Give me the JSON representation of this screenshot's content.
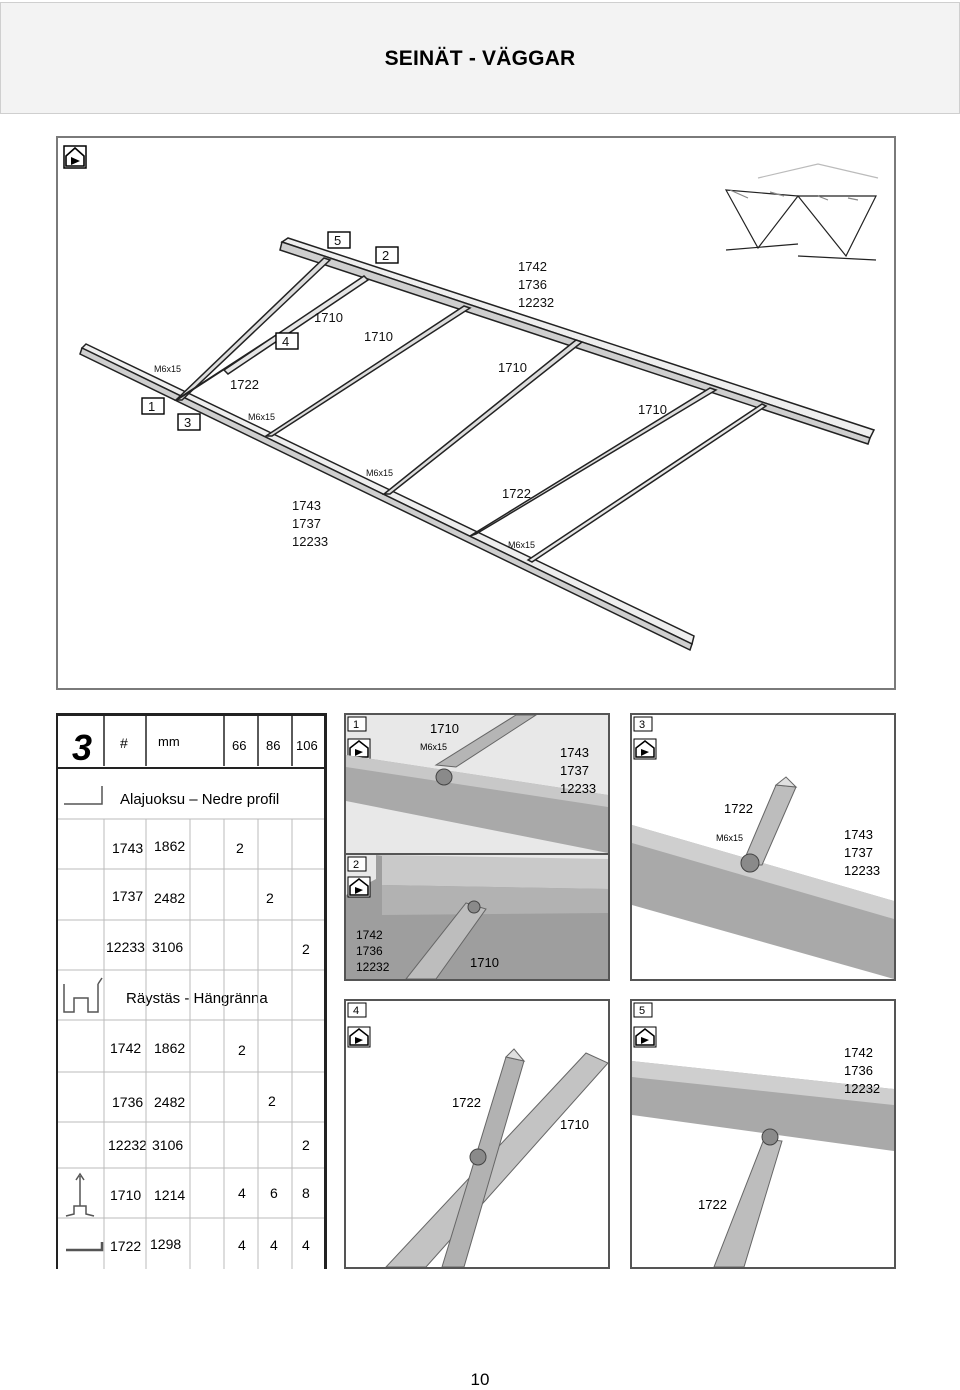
{
  "header": {
    "title": "SEINÄT - VÄGGAR"
  },
  "main_figure": {
    "step_markers": [
      "1",
      "2",
      "3",
      "4",
      "5"
    ],
    "labels": {
      "top_rail_codes": [
        "1742",
        "1736",
        "12232"
      ],
      "bottom_rail_codes": [
        "1743",
        "1737",
        "12233"
      ],
      "stud_1710_a": "1710",
      "stud_1710_b": "1710",
      "stud_1710_c": "1710",
      "stud_1710_d": "1710",
      "brace_1722_a": "1722",
      "brace_1722_b": "1722",
      "bolt_a": "M6x15",
      "bolt_b": "M6x15",
      "bolt_c": "M6x15",
      "bolt_d": "M6x15"
    }
  },
  "parts_table": {
    "step_number": "3",
    "header": {
      "hash": "#",
      "mm": "mm",
      "sizes": [
        "66",
        "86",
        "106"
      ]
    },
    "sections": [
      {
        "title": "Alajuoksu – Nedre profil",
        "rows": [
          {
            "code": "1743",
            "mm": "1862",
            "q66": "2",
            "q86": "",
            "q106": ""
          },
          {
            "code": "1737",
            "mm": "2482",
            "q66": "",
            "q86": "2",
            "q106": ""
          },
          {
            "code": "12233",
            "mm": "3106",
            "q66": "",
            "q86": "",
            "q106": "2"
          }
        ]
      },
      {
        "title": "Räystäs - Hängränna",
        "rows": [
          {
            "code": "1742",
            "mm": "1862",
            "q66": "2",
            "q86": "",
            "q106": ""
          },
          {
            "code": "1736",
            "mm": "2482",
            "q66": "",
            "q86": "2",
            "q106": ""
          },
          {
            "code": "12232",
            "mm": "3106",
            "q66": "",
            "q86": "",
            "q106": "2"
          }
        ]
      }
    ],
    "extra_rows": [
      {
        "code": "1710",
        "mm": "1214",
        "q66": "4",
        "q86": "6",
        "q106": "8"
      },
      {
        "code": "1722",
        "mm": "1298",
        "q66": "4",
        "q86": "4",
        "q106": "4"
      }
    ]
  },
  "details": {
    "d1": {
      "step": "1",
      "labels": [
        "1710",
        "M6x15",
        "1743",
        "1737",
        "12233"
      ]
    },
    "d2": {
      "step": "2",
      "labels": [
        "1742",
        "1736",
        "12232",
        "1710"
      ]
    },
    "d3": {
      "step": "3",
      "labels": [
        "1722",
        "M6x15",
        "1743",
        "1737",
        "12233"
      ]
    },
    "d4": {
      "step": "4",
      "labels": [
        "1722",
        "1710"
      ]
    },
    "d5": {
      "step": "5",
      "labels": [
        "1742",
        "1736",
        "12232",
        "1722"
      ]
    }
  },
  "page_number": "10"
}
